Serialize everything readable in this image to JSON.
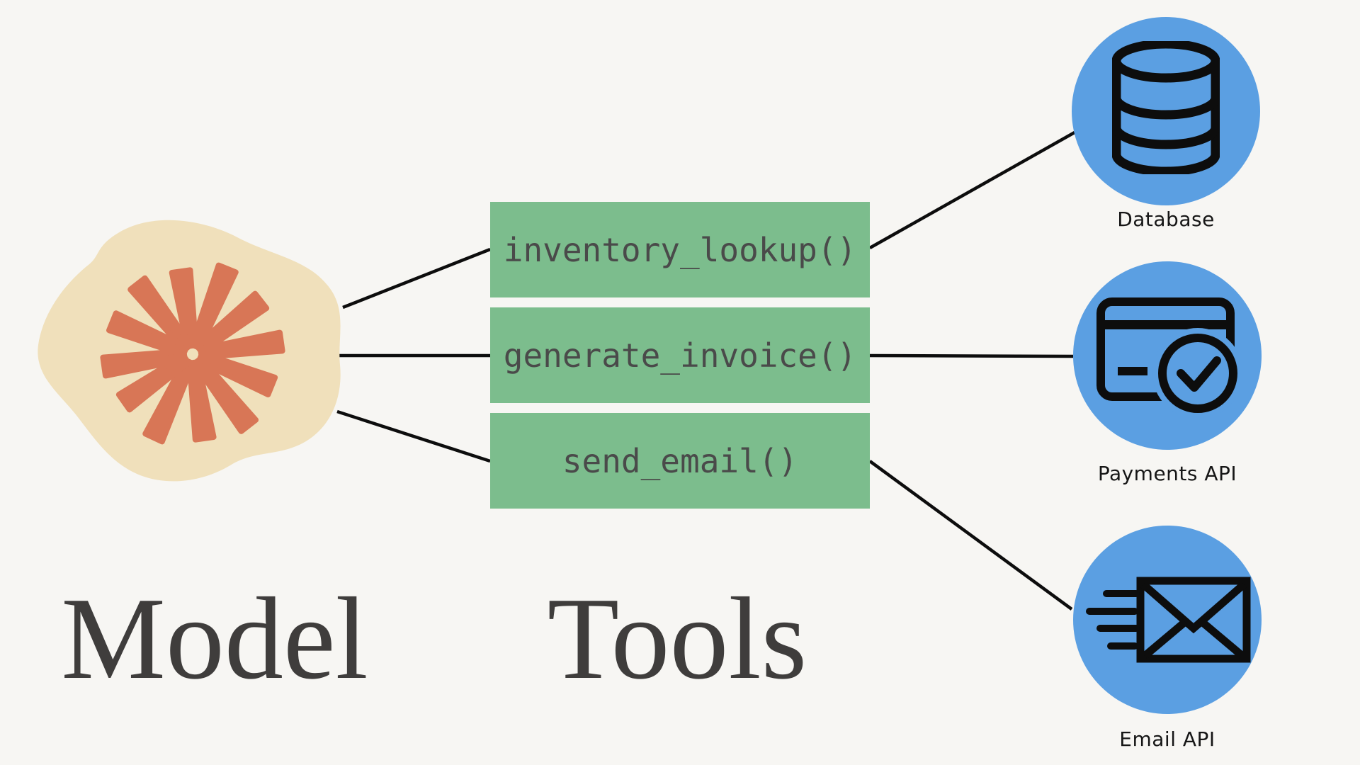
{
  "colors": {
    "background": "#f7f6f3",
    "tool_box_green": "#7cbd8d",
    "service_circle_blue": "#5b9fe2",
    "model_blob_tan": "#f0e0bb",
    "model_star_orange": "#d87656",
    "code_text": "#4a4a4a",
    "heading_text": "#3f3d3c",
    "connector_black": "#0d0d0d"
  },
  "model": {
    "label": "Model"
  },
  "tools": {
    "label": "Tools",
    "functions": [
      {
        "name": "inventory_lookup()",
        "connects_to": "Database"
      },
      {
        "name": "generate_invoice()",
        "connects_to": "Payments API"
      },
      {
        "name": "send_email()",
        "connects_to": "Email API"
      }
    ]
  },
  "services": [
    {
      "label": "Database",
      "icon": "database-icon"
    },
    {
      "label": "Payments API",
      "icon": "payments-card-check-icon"
    },
    {
      "label": "Email API",
      "icon": "email-send-icon"
    }
  ]
}
